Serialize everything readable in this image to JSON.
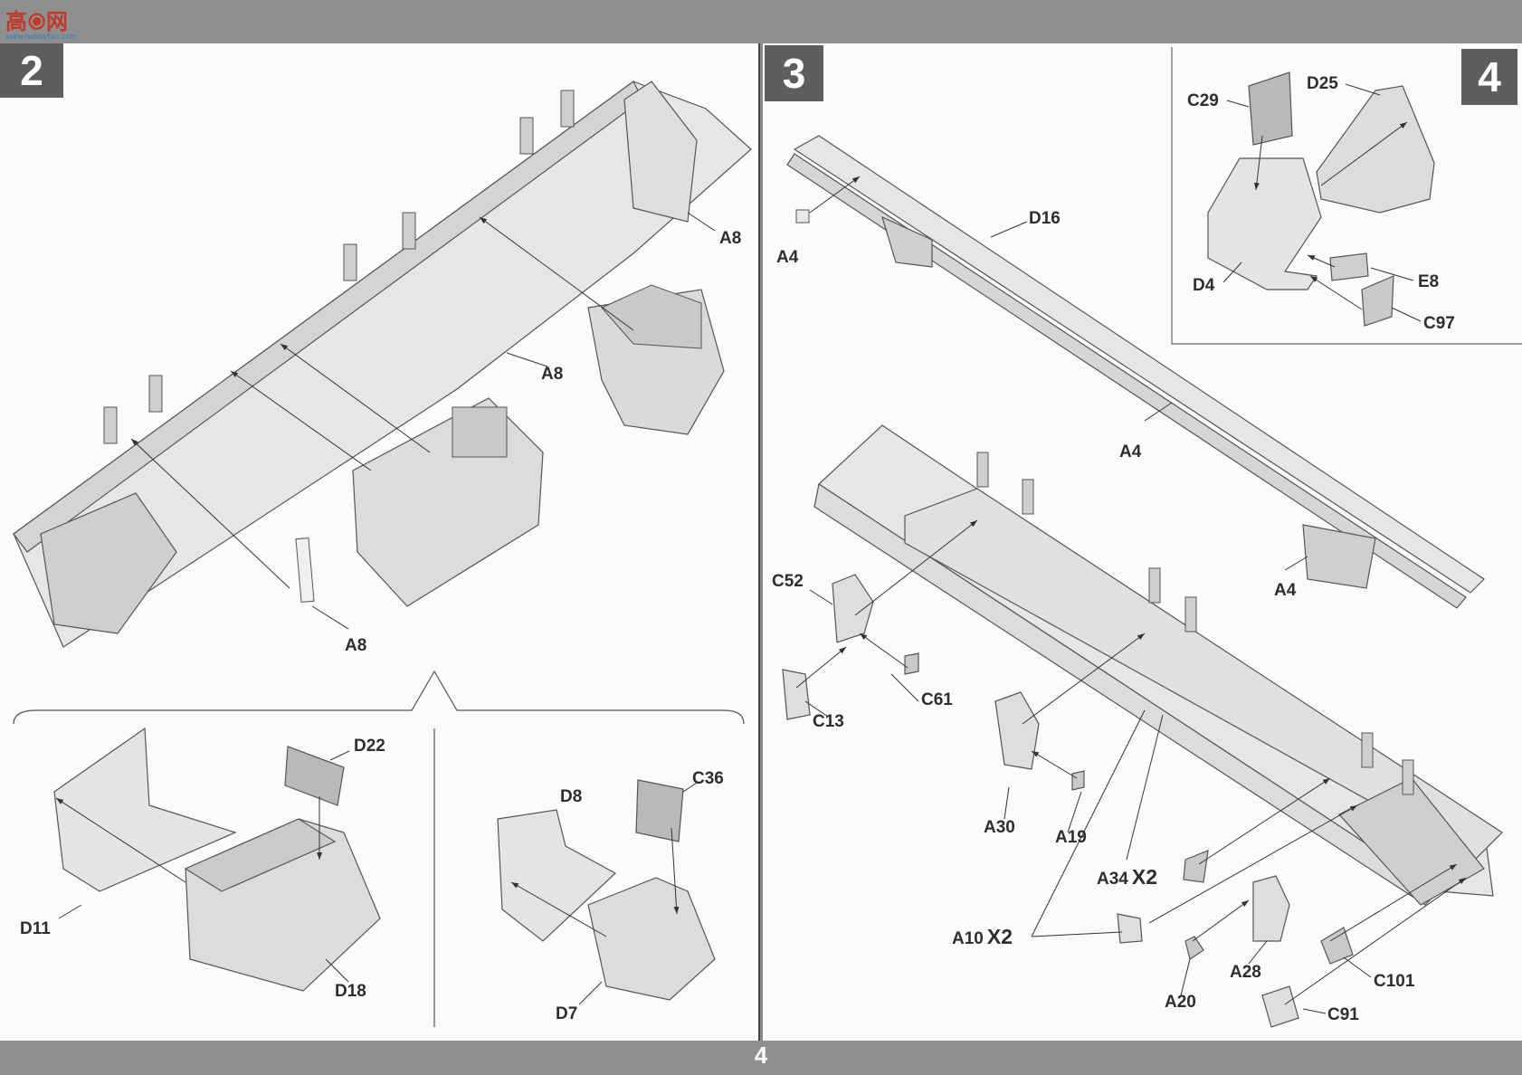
{
  "watermark": {
    "logo_text": "高🞊网",
    "url": "www.hobbyfun.com"
  },
  "page_number": "4",
  "steps": [
    {
      "number": "2"
    },
    {
      "number": "3"
    },
    {
      "number": "4"
    }
  ],
  "step2": {
    "labels": [
      "A8",
      "A8",
      "A8"
    ],
    "sub_left": [
      "D22",
      "D11",
      "D18"
    ],
    "sub_right": [
      "C36",
      "D8",
      "D7"
    ]
  },
  "step3": {
    "labels": [
      "D16",
      "A4",
      "A4",
      "A4",
      "C52",
      "C61",
      "C13",
      "A30",
      "A19",
      "A34",
      "A10",
      "A28",
      "A20",
      "C101",
      "C91"
    ],
    "multipliers": {
      "A34": "X2",
      "A10": "X2"
    }
  },
  "step4": {
    "labels": [
      "C29",
      "D25",
      "D4",
      "E8",
      "C97"
    ]
  },
  "colors": {
    "step_box": "#5e5e5e",
    "paper": "#fbfbfb",
    "band": "#8f8f8f",
    "part_fill": "#e3e3e3",
    "part_stroke": "#555555"
  }
}
